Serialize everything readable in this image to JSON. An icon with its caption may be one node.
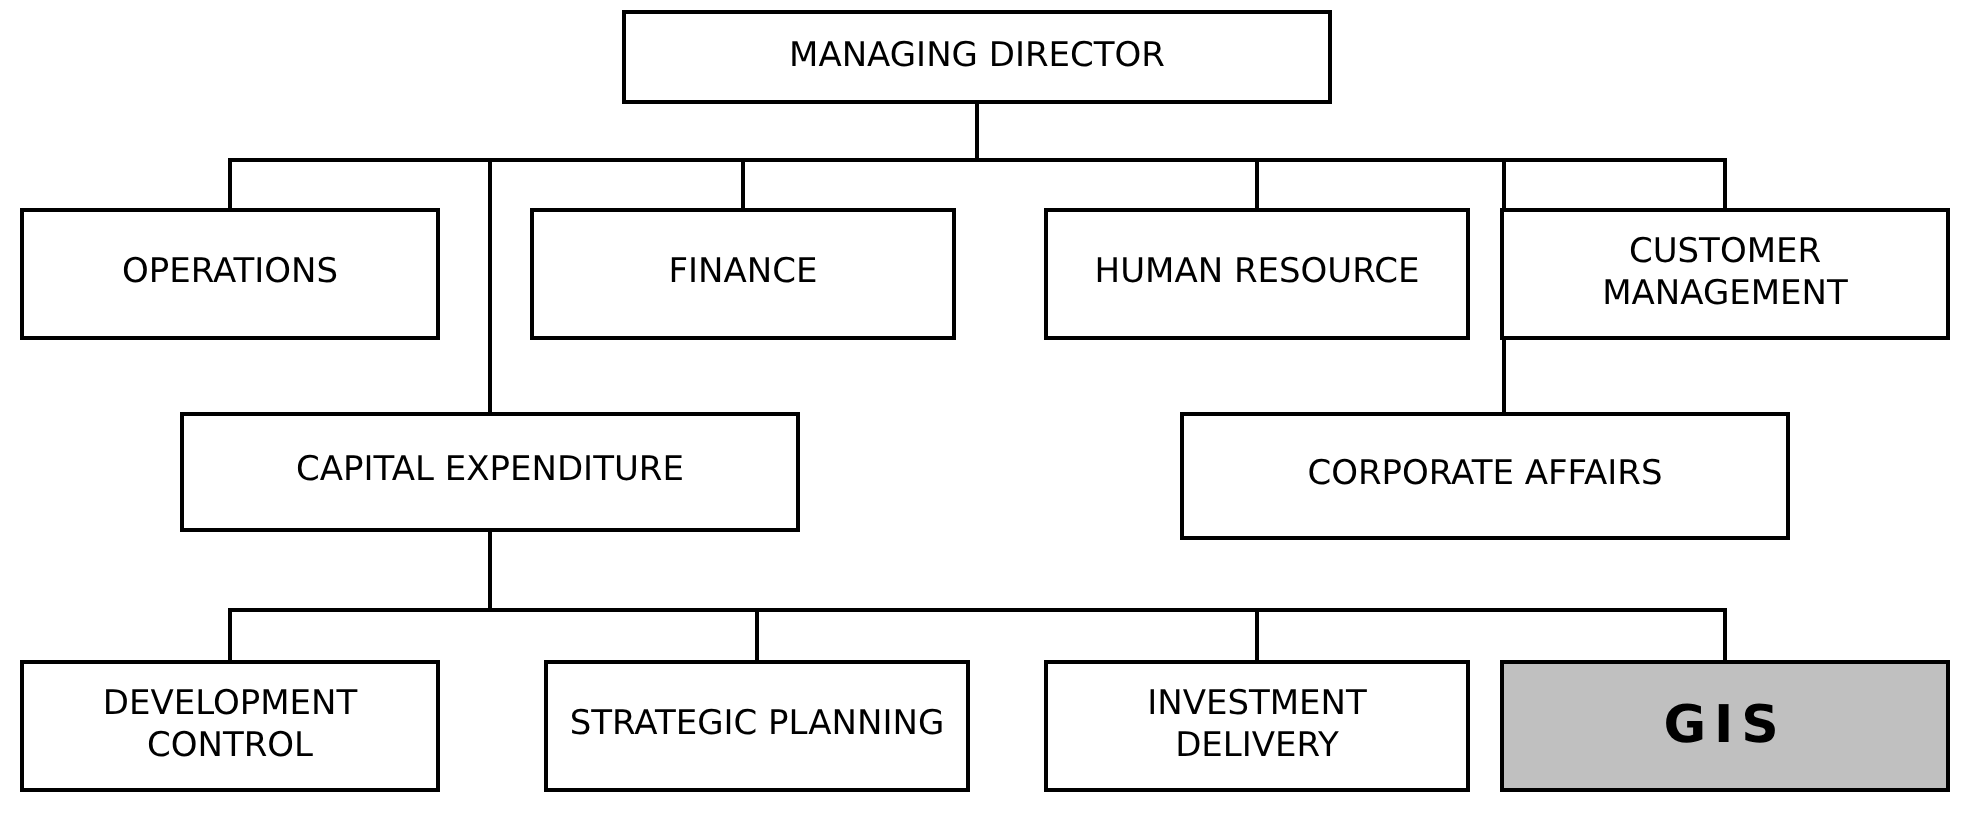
{
  "diagram": {
    "nodes": [
      {
        "text": [
          "MANAGING DIRECTOR"
        ]
      },
      {
        "text": [
          "OPERATIONS"
        ]
      },
      {
        "text": [
          "FINANCE"
        ]
      },
      {
        "text": [
          "HUMAN RESOURCE"
        ]
      },
      {
        "text": [
          "CUSTOMER MANAGEMENT"
        ]
      },
      {
        "text": [
          "CAPITAL EXPENDITURE"
        ]
      },
      {
        "text": [
          "CORPORATE AFFAIRS"
        ]
      },
      {
        "text": [
          "DEVELOPMENT CONTROL"
        ]
      },
      {
        "text": [
          "STRATEGIC PLANNING"
        ]
      },
      {
        "text": [
          "INVESTMENT DELIVERY"
        ]
      },
      {
        "text": [
          "GIS"
        ]
      }
    ],
    "edges": [
      {
        "from": 0,
        "to": 1,
        "arrow": "none"
      },
      {
        "from": 0,
        "to": 2,
        "arrow": "none"
      },
      {
        "from": 0,
        "to": 3,
        "arrow": "none"
      },
      {
        "from": 0,
        "to": 4,
        "arrow": "none"
      },
      {
        "from": 0,
        "to": 5,
        "arrow": "none"
      },
      {
        "from": 0,
        "to": 6,
        "arrow": "none"
      },
      {
        "from": 5,
        "to": 7,
        "arrow": "none"
      },
      {
        "from": 5,
        "to": 8,
        "arrow": "none"
      },
      {
        "from": 5,
        "to": 9,
        "arrow": "none"
      },
      {
        "from": 5,
        "to": 10,
        "arrow": "none"
      }
    ]
  }
}
